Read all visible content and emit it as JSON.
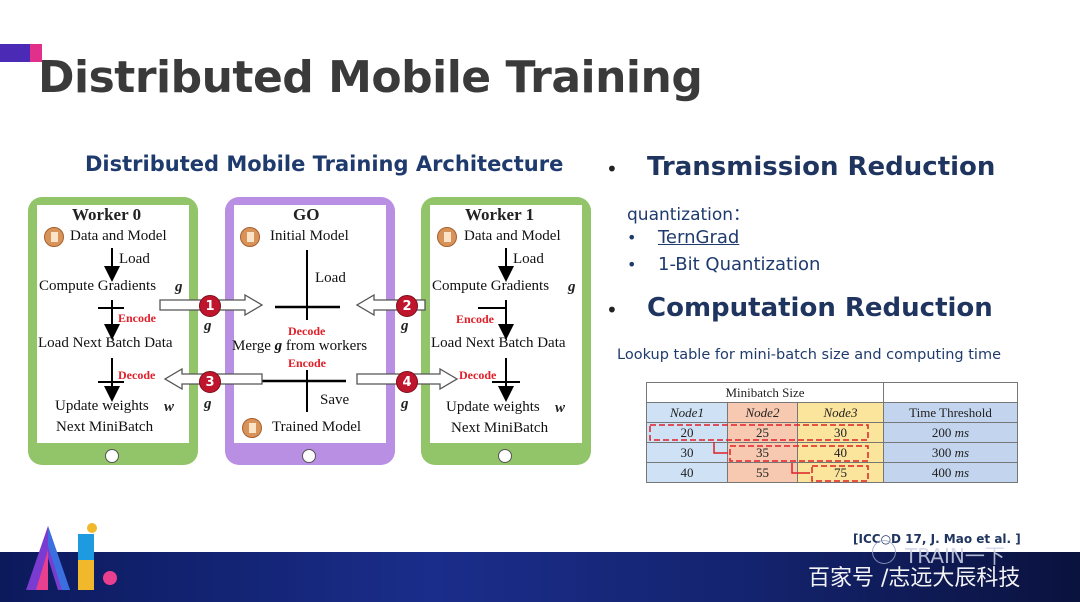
{
  "slide": {
    "title": "Distributed Mobile Training"
  },
  "architecture": {
    "title": "Distributed Mobile Training Architecture",
    "worker0": {
      "name": "Worker 0",
      "data_model": "Data and Model",
      "load": "Load",
      "compute": "Compute Gradients",
      "g": "g",
      "encode": "Encode",
      "load_next": "Load Next Batch Data",
      "decode": "Decode",
      "update": "Update weights",
      "w": "w",
      "next": "Next MiniBatch"
    },
    "go": {
      "name": "GO",
      "initial": "Initial Model",
      "load": "Load",
      "decode": "Decode",
      "merge_pre": "Merge",
      "merge_g": "g",
      "merge_post": "from workers",
      "encode": "Encode",
      "save": "Save",
      "trained": "Trained Model"
    },
    "worker1": {
      "name": "Worker 1",
      "data_model": "Data and Model",
      "load": "Load",
      "compute": "Compute Gradients",
      "g": "g",
      "encode": "Encode",
      "load_next": "Load Next Batch Data",
      "decode": "Decode",
      "update": "Update weights",
      "w": "w",
      "next": "Next MiniBatch"
    },
    "links": [
      {
        "num": "1",
        "label": "g"
      },
      {
        "num": "2",
        "label": "g"
      },
      {
        "num": "3",
        "label": "g"
      },
      {
        "num": "4",
        "label": "g"
      }
    ]
  },
  "right": {
    "transmission": {
      "heading": "Transmission Reduction",
      "intro": "quantization：",
      "items": [
        "TernGrad",
        "1-Bit Quantization"
      ]
    },
    "computation": {
      "heading": "Computation Reduction",
      "caption": "Lookup table for mini-batch size and computing time"
    },
    "table": {
      "group_header": "Minibatch Size",
      "columns": [
        "Node1",
        "Node2",
        "Node3",
        "Time Threshold"
      ],
      "rows": [
        {
          "n1": "20",
          "n2": "25",
          "n3": "30",
          "t": "200",
          "unit": "ms"
        },
        {
          "n1": "30",
          "n2": "35",
          "n3": "40",
          "t": "300",
          "unit": "ms"
        },
        {
          "n1": "40",
          "n2": "55",
          "n3": "75",
          "t": "400",
          "unit": "ms"
        }
      ]
    },
    "citation": "[ICC○D 17, J. Mao et al. ]"
  },
  "footer": {
    "watermark_cn": "百家号 /志远大辰科技",
    "watermark_train": "TRAIN一下"
  },
  "colors": {
    "title": "#3a3a3a",
    "heading_blue": "#1f3560",
    "phone_green": "#92c46a",
    "phone_purple": "#b98fe3",
    "badge_red": "#c0162d",
    "encode_red": "#e0202a"
  }
}
